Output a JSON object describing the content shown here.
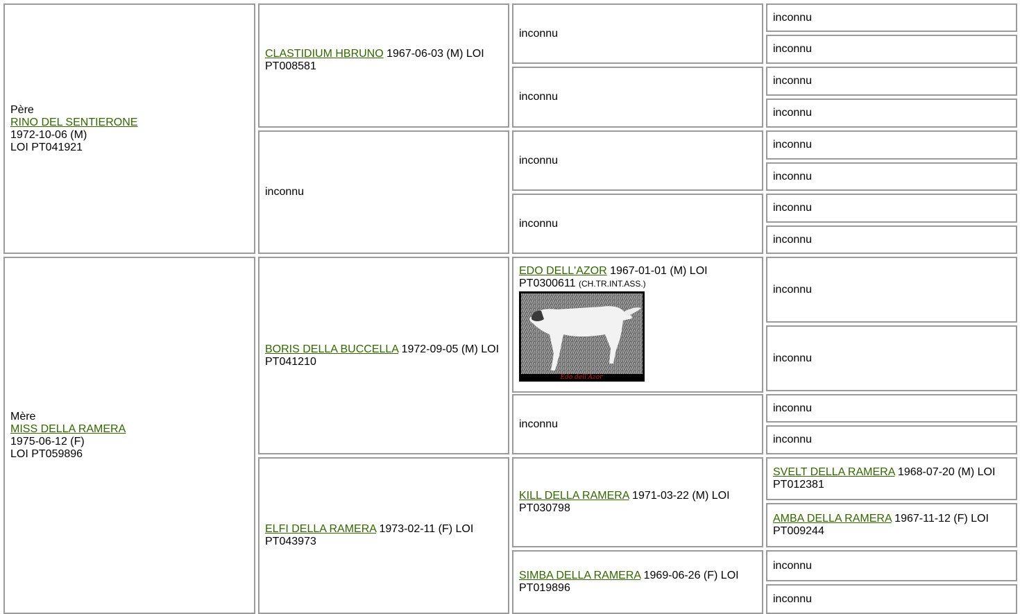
{
  "sire": {
    "role": "Père",
    "name": "RINO DEL SENTIERONE",
    "born": "1972-10-06 (M)",
    "reg": "LOI PT041921"
  },
  "dam": {
    "role": "Mère",
    "name": "MISS DELLA RAMERA",
    "born": "1975-06-12 (F)",
    "reg": "LOI PT059896"
  },
  "gen2": {
    "ss": {
      "name": "CLASTIDIUM HBRUNO",
      "info": " 1967-06-03 (M) LOI PT008581"
    },
    "sd": {
      "text": "inconnu"
    },
    "ds": {
      "name": "BORIS DELLA BUCCELLA",
      "info": " 1972-09-05 (M) LOI PT041210"
    },
    "dd": {
      "name": "ELFI DELLA RAMERA",
      "info": " 1973-02-11 (F) LOI PT043973"
    }
  },
  "gen3": {
    "sss": {
      "text": "inconnu"
    },
    "ssd": {
      "text": "inconnu"
    },
    "sds": {
      "text": "inconnu"
    },
    "sdd": {
      "text": "inconnu"
    },
    "dss": {
      "name": "EDO DELL'AZOR",
      "info": " 1967-01-01 (M) LOI PT0300611 ",
      "title": "(CH.TR.INT.ASS.)",
      "photo_caption": "Edo dell'Azor"
    },
    "dsd": {
      "text": "inconnu"
    },
    "dds": {
      "name": "KILL DELLA RAMERA",
      "info": " 1971-03-22 (M) LOI PT030798"
    },
    "ddd": {
      "name": "SIMBA DELLA RAMERA",
      "info": " 1969-06-26 (F) LOI PT019896"
    }
  },
  "gen4": [
    {
      "text": "inconnu"
    },
    {
      "text": "inconnu"
    },
    {
      "text": "inconnu"
    },
    {
      "text": "inconnu"
    },
    {
      "text": "inconnu"
    },
    {
      "text": "inconnu"
    },
    {
      "text": "inconnu"
    },
    {
      "text": "inconnu"
    },
    {
      "text": "inconnu"
    },
    {
      "text": "inconnu"
    },
    {
      "text": "inconnu"
    },
    {
      "text": "inconnu"
    },
    {
      "name": "SVELT DELLA RAMERA",
      "info": " 1968-07-20 (M) LOI PT012381"
    },
    {
      "name": "AMBA DELLA RAMERA",
      "info": " 1967-11-12 (F) LOI PT009244"
    },
    {
      "text": "inconnu"
    },
    {
      "text": "inconnu"
    }
  ],
  "colors": {
    "link": "#336600",
    "border": "#9a9a9a"
  }
}
